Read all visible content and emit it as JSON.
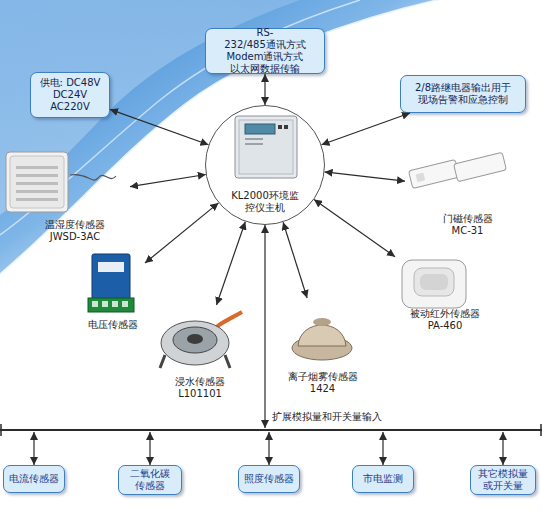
{
  "diagram": {
    "nodes": [
      {
        "text": [
          "RS-232/485通讯方式 Modem通讯方式 以太网数据传输"
        ]
      },
      {
        "text": [
          "供电: DC48V DC24V AC220V"
        ]
      },
      {
        "text": [
          "2/8路继电器输出用于 现场告警和应急控制"
        ]
      },
      {
        "text": [
          "KL2000环境监 控仪主机"
        ]
      },
      {
        "text": [
          "温湿度传感器 JWSD-3AC"
        ]
      },
      {
        "text": [
          "门磁传感器 MC-31"
        ]
      },
      {
        "text": [
          "电压传感器"
        ]
      },
      {
        "text": [
          "被动红外传感器 PA-460"
        ]
      },
      {
        "text": [
          "浸水传感器 L101101"
        ]
      },
      {
        "text": [
          "离子烟雾传感器 1424"
        ]
      },
      {
        "text": [
          "扩展模拟量和开关量输入"
        ]
      },
      {
        "text": [
          "电流传感器"
        ]
      },
      {
        "text": [
          "二氧化碳 传感器"
        ]
      },
      {
        "text": [
          "照度传感器"
        ]
      },
      {
        "text": [
          "市电监测"
        ]
      },
      {
        "text": [
          "其它模拟量 或开关量"
        ]
      }
    ],
    "edges": [
      {
        "from": 3,
        "to": 0,
        "arrow": "both"
      },
      {
        "from": 3,
        "to": 1,
        "arrow": "both"
      },
      {
        "from": 3,
        "to": 2,
        "arrow": "both"
      },
      {
        "from": 3,
        "to": 4,
        "arrow": "both"
      },
      {
        "from": 3,
        "to": 5,
        "arrow": "both"
      },
      {
        "from": 3,
        "to": 6,
        "arrow": "both"
      },
      {
        "from": 3,
        "to": 7,
        "arrow": "both"
      },
      {
        "from": 3,
        "to": 8,
        "arrow": "both"
      },
      {
        "from": 3,
        "to": 9,
        "arrow": "both"
      },
      {
        "from": 3,
        "to": 10,
        "arrow": "both"
      },
      {
        "from": 10,
        "to": 11,
        "arrow": "both"
      },
      {
        "from": 10,
        "to": 12,
        "arrow": "both"
      },
      {
        "from": 10,
        "to": 13,
        "arrow": "both"
      },
      {
        "from": 10,
        "to": 14,
        "arrow": "both"
      },
      {
        "from": 10,
        "to": 15,
        "arrow": "both"
      }
    ]
  }
}
